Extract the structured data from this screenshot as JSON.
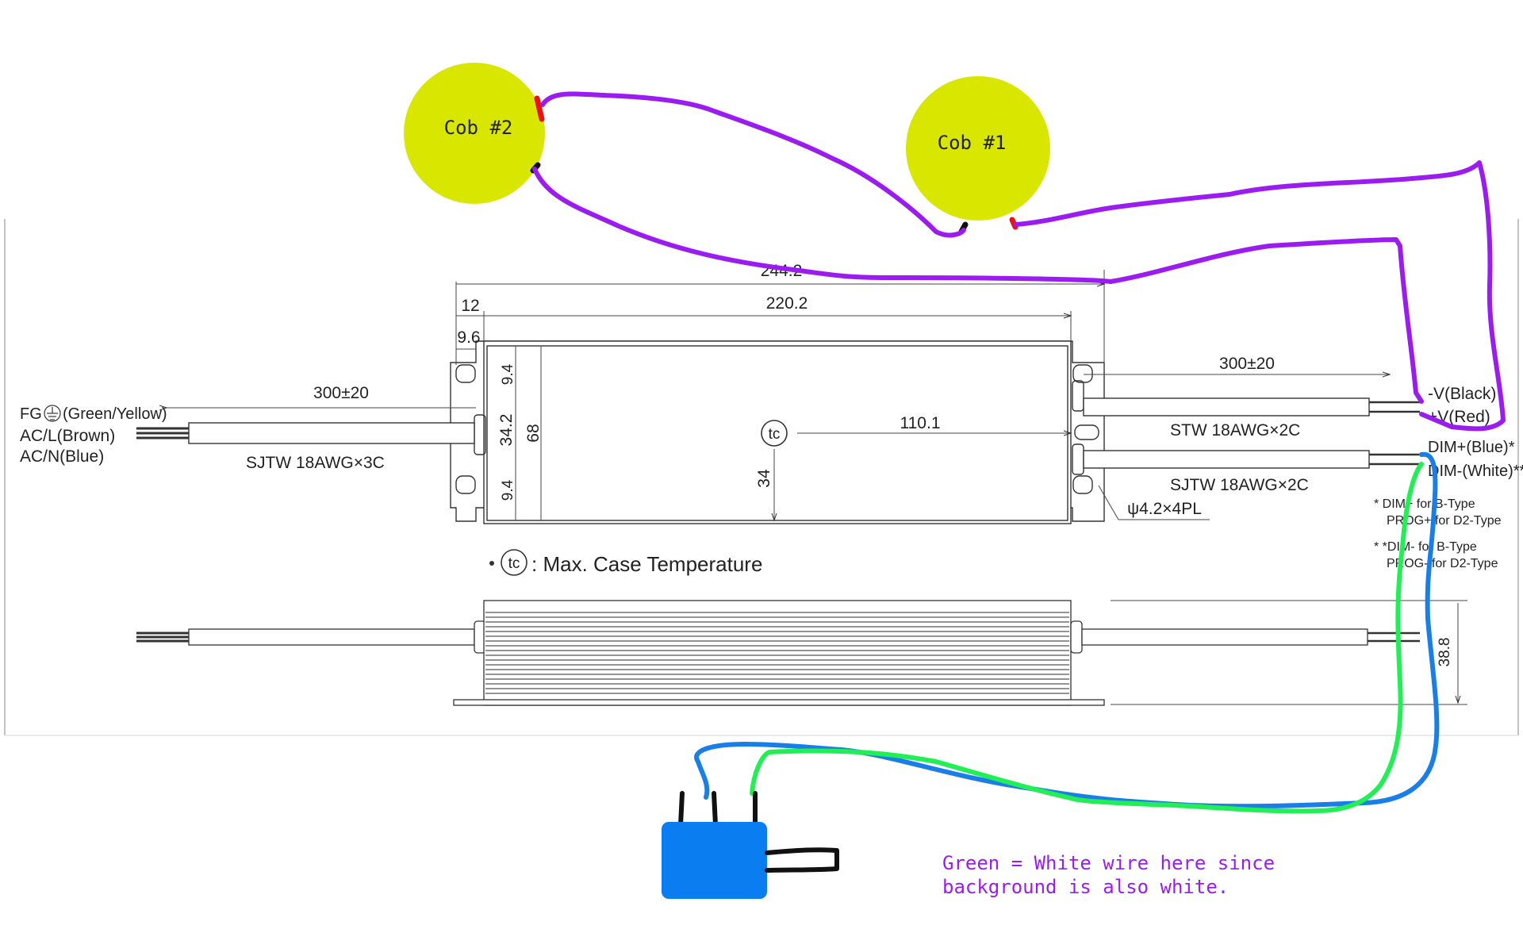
{
  "cobs": [
    {
      "label": "Cob  #2"
    },
    {
      "label": "Cob  #1"
    }
  ],
  "dimensions": {
    "overall_length": "244.2",
    "body_length": "220.2",
    "flange": "12",
    "hole_offset": "9.6",
    "output_cable_length": "300±20",
    "input_cable_length": "300±20",
    "tc_offset": "110.1",
    "hole_spacing_top": "9.4",
    "inner_width": "34.2",
    "total_width": "68",
    "hole_spacing_bottom": "9.4",
    "center_height": "34",
    "mounting_holes": "ψ4.2×4PL",
    "height": "38.8"
  },
  "input_wires": {
    "fg": "FG",
    "fg_color": "(Green/Yellow)",
    "acl": "AC/L(Brown)",
    "acn": "AC/N(Blue)",
    "cable": "SJTW 18AWG×3C"
  },
  "output_wires": {
    "stw_cable": "STW 18AWG×2C",
    "sjtw_cable": "SJTW 18AWG×2C",
    "neg": "-V(Black)",
    "pos": "+V(Red)",
    "dim_plus": "DIM+(Blue)*",
    "dim_minus": "DIM-(White)**"
  },
  "notes": {
    "dim_plus_note_1": "* DIM+ for B-Type",
    "dim_plus_note_2": "PROG+ for D2-Type",
    "dim_minus_note_1": "* *DIM- for B-Type",
    "dim_minus_note_2": "PROG- for D2-Type"
  },
  "tc": {
    "symbol": "tc",
    "legend": ": Max. Case Temperature"
  },
  "annotation": {
    "line1": "Green = White wire here since",
    "line2": "background is also white."
  },
  "colors": {
    "cob": "#d9e600",
    "purple_wire": "#9b1cf0",
    "blue_wire": "#1a7ee8",
    "green_wire": "#22ee55",
    "dimmer_box": "#0a7ef0",
    "annotation_text": "#9b1cf0"
  }
}
